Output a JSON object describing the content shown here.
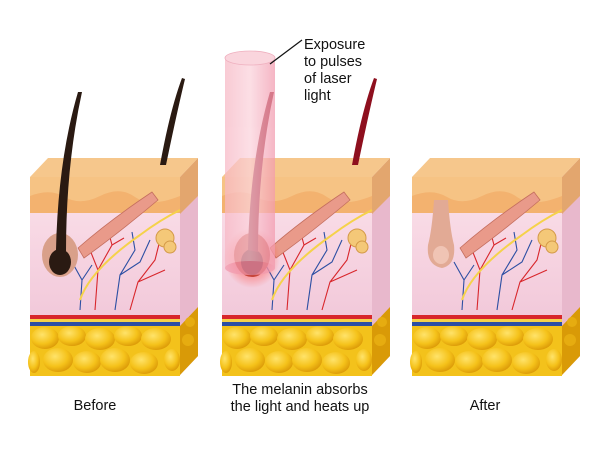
{
  "callout": {
    "lines": [
      "Exposure",
      "to pulses",
      "of laser",
      "light"
    ]
  },
  "panels": [
    {
      "caption_lines": [
        "Before"
      ]
    },
    {
      "caption_lines": [
        "The melanin absorbs",
        "the light and heats up"
      ]
    },
    {
      "caption_lines": [
        "After"
      ]
    }
  ],
  "colors": {
    "epidermis": "#f6c384",
    "dermis": "#f7d9e6",
    "dermis_side": "#e6b5cb",
    "fat": "#f3c21b",
    "fat_shadow": "#d99a07",
    "hair": "#2a1a12",
    "hair_heated": "#8e0f1e",
    "follicle": "#d9a08a",
    "laser_beam": "#f4a9b8",
    "artery": "#d8262b",
    "vein": "#2c4fa3"
  }
}
